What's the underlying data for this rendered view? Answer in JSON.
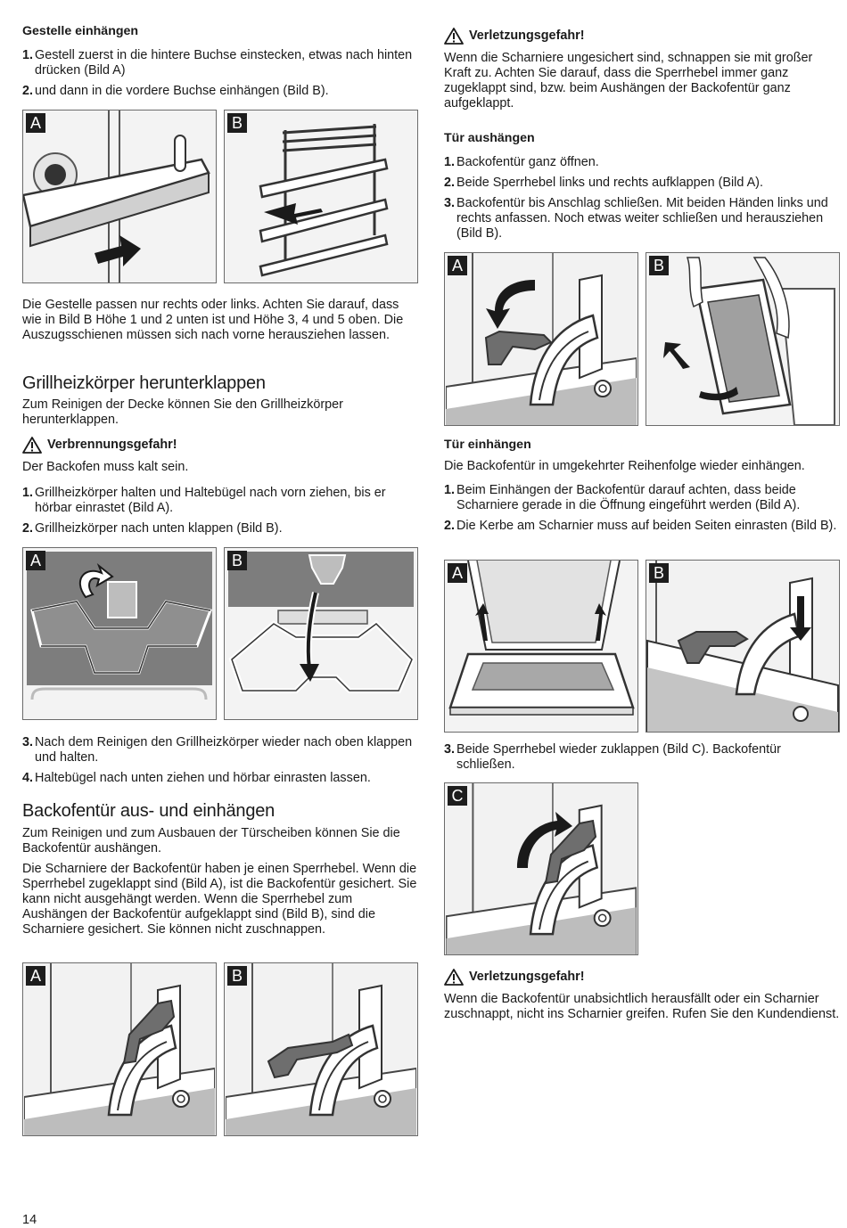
{
  "left": {
    "gestelle": {
      "heading": "Gestelle einhängen",
      "steps": [
        {
          "num": "1.",
          "text": "Gestell zuerst in die hintere Buchse einstecken, etwas nach hinten drücken (Bild A)"
        },
        {
          "num": "2.",
          "text": "und dann in die vordere Buchse einhängen (Bild B)."
        }
      ],
      "fig_labels": [
        "A",
        "B"
      ],
      "note": "Die Gestelle passen nur rechts oder links. Achten Sie darauf, dass wie in Bild B Höhe 1 und 2 unten ist und Höhe 3, 4 und 5 oben. Die Auszugsschienen müssen sich nach vorne herausziehen lassen."
    },
    "grill": {
      "heading": "Grillheizkörper herunterklappen",
      "intro": "Zum Reinigen der Decke können Sie den Grillheizkörper herunterklappen.",
      "warning_title": "Verbrennungsgefahr!",
      "warning_text": "Der Backofen muss kalt sein.",
      "steps": [
        {
          "num": "1.",
          "text": "Grillheizkörper halten und Haltebügel nach vorn ziehen, bis er hörbar einrastet (Bild A)."
        },
        {
          "num": "2.",
          "text": "Grillheizkörper nach unten klappen (Bild B)."
        }
      ],
      "fig_labels": [
        "A",
        "B"
      ],
      "steps_after": [
        {
          "num": "3.",
          "text": "Nach dem Reinigen den Grillheizkörper wieder nach oben klappen und halten."
        },
        {
          "num": "4.",
          "text": "Haltebügel nach unten ziehen und hörbar einrasten lassen."
        }
      ]
    },
    "door": {
      "heading": "Backofentür aus- und einhängen",
      "intro": "Zum Reinigen und zum Ausbauen der Türscheiben können Sie die Backofentür aushängen.",
      "body": "Die Scharniere der Backofentür haben je einen Sperrhebel. Wenn die Sperrhebel zugeklappt sind (Bild A), ist die Backofentür gesichert. Sie kann nicht ausgehängt werden. Wenn die Sperrhebel zum Aushängen der Backofentür aufgeklappt sind (Bild B), sind die Scharniere gesichert. Sie können nicht zuschnappen.",
      "fig_labels": [
        "A",
        "B"
      ]
    }
  },
  "right": {
    "warning1_title": "Verletzungsgefahr!",
    "warning1_text": "Wenn die Scharniere ungesichert sind, schnappen sie mit großer Kraft zu. Achten Sie darauf, dass die Sperrhebel immer ganz zugeklappt sind, bzw. beim Aushängen der Backofentür ganz aufgeklappt.",
    "aushaengen": {
      "heading": "Tür aushängen",
      "steps": [
        {
          "num": "1.",
          "text": "Backofentür ganz öffnen."
        },
        {
          "num": "2.",
          "text": "Beide Sperrhebel links und rechts aufklappen (Bild A)."
        },
        {
          "num": "3.",
          "text": "Backofentür bis Anschlag schließen. Mit beiden Händen links und rechts anfassen. Noch etwas weiter schließen und herausziehen (Bild B)."
        }
      ],
      "fig_labels": [
        "A",
        "B"
      ]
    },
    "einhaengen": {
      "heading": "Tür einhängen",
      "intro": "Die Backofentür in umgekehrter Reihenfolge wieder einhängen.",
      "steps": [
        {
          "num": "1.",
          "text": "Beim Einhängen der Backofentür darauf achten, dass beide Scharniere gerade in die Öffnung eingeführt werden (Bild A)."
        },
        {
          "num": "2.",
          "text": "Die Kerbe am Scharnier muss auf beiden Seiten einrasten (Bild B)."
        }
      ],
      "fig_labels": [
        "A",
        "B"
      ],
      "step3": {
        "num": "3.",
        "text": "Beide Sperrhebel wieder zuklappen (Bild C). Backofentür schließen."
      },
      "fig_label_c": "C"
    },
    "warning2_title": "Verletzungsgefahr!",
    "warning2_text": "Wenn die Backofentür unabsichtlich herausfällt oder ein Scharnier zuschnappt, nicht ins Scharnier greifen. Rufen Sie den Kundendienst."
  },
  "page_number": "14",
  "colors": {
    "text": "#1a1a1a",
    "label_bg": "#1d1d1d",
    "lever": "#6e6e6e",
    "wall": "#8a8a8a"
  },
  "icons": [
    "warning-triangle-icon"
  ]
}
